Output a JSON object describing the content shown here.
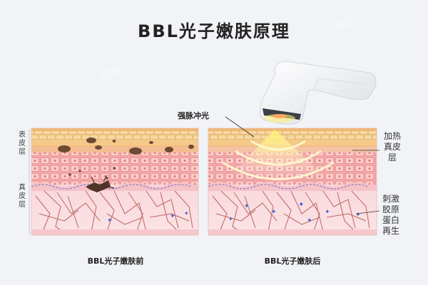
{
  "title": "BBL光子嫩肤原理",
  "left_labels": {
    "epidermis": "表皮层",
    "dermis": "真皮层"
  },
  "pulse_label": "强脉冲光",
  "right_labels": {
    "heated_dermis": "加热真皮层",
    "collagen": "刺激胶原蛋白再生"
  },
  "captions": {
    "before": "BBL光子嫩肤前",
    "after": "BBL光子嫩肤后"
  },
  "watermark": "旨新",
  "colors": {
    "background": "#f1f3f6",
    "epidermis": "#f3c98a",
    "cells": "#f7a9a7",
    "dermis": "#f8d9dc",
    "fibers": "#b4524e",
    "pigment": "#6b4a35",
    "light": "#fff6a8",
    "star": "#3a5bd9"
  }
}
